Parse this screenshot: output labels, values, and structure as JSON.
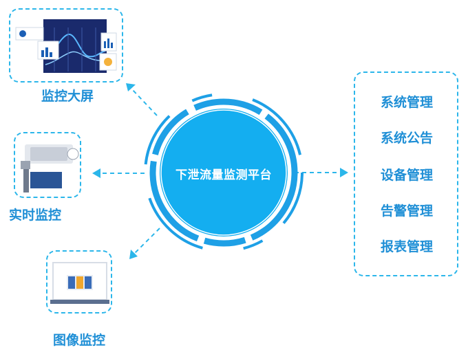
{
  "center": {
    "title": "下泄流量监测平台"
  },
  "modules": {
    "big_screen": {
      "label": "监控大屏",
      "icon": "dashboard-screen-icon"
    },
    "realtime": {
      "label": "实时监控",
      "icon": "security-camera-icon"
    },
    "image": {
      "label": "图像监控",
      "icon": "monitor-gallery-icon"
    }
  },
  "management": {
    "items": [
      "系统管理",
      "系统公告",
      "设备管理",
      "告警管理",
      "报表管理"
    ]
  },
  "colors": {
    "primary": "#14aef0",
    "ring": "#1ea0e6",
    "dash": "#2bb6ea",
    "label": "#1f8fd6",
    "screen_bg": "#1a2a6c"
  }
}
